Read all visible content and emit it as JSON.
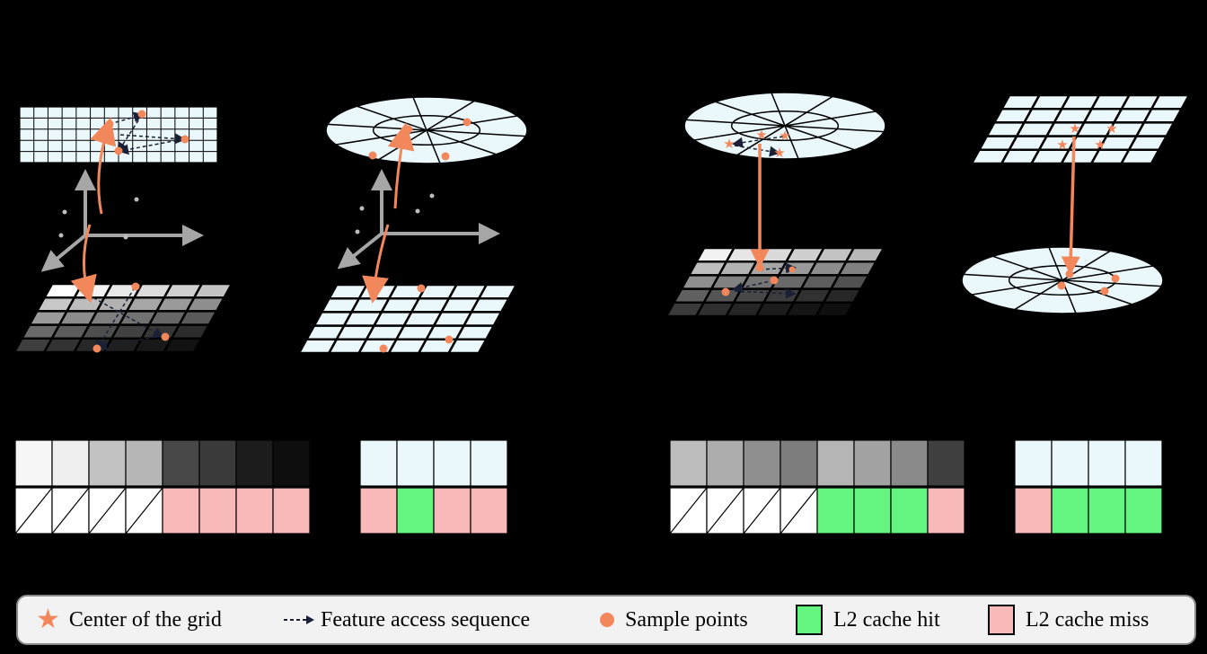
{
  "legend": {
    "center_label": "Center of the grid",
    "sequence_label": "Feature access sequence",
    "sample_label": "Sample points",
    "hit_label": "L2 cache hit",
    "miss_label": "L2 cache miss"
  },
  "colors": {
    "accent": "#f2875c",
    "grid_cell": "#eaf8fc",
    "cache_hit": "#63f57f",
    "cache_miss": "#f8b9b9",
    "axis": "#a6a6a6",
    "background": "#000000"
  },
  "icons": {
    "star": "center-star-icon",
    "dot": "sample-dot-icon",
    "arrow": "dashed-arrow-icon"
  },
  "memory_tables": [
    {
      "top": [
        "#f6f6f6",
        "#efefef",
        "#c2c2c2",
        "#b6b6b6",
        "#474747",
        "#3a3a3a",
        "#1c1c1c",
        "#0e0e0e"
      ],
      "bottom": [
        "none",
        "none",
        "none",
        "none",
        "miss",
        "miss",
        "miss",
        "miss"
      ]
    },
    {
      "top": [
        "#eaf8fc",
        "#eaf8fc",
        "#eaf8fc",
        "#eaf8fc"
      ],
      "bottom": [
        "miss",
        "hit",
        "miss",
        "miss"
      ]
    },
    {
      "top": [
        "#bdbdbd",
        "#adadad",
        "#8f8f8f",
        "#7d7d7d",
        "#b5b5b5",
        "#a3a3a3",
        "#8a8a8a",
        "#404040"
      ],
      "bottom": [
        "none",
        "none",
        "none",
        "none",
        "hit",
        "hit",
        "hit",
        "miss"
      ]
    },
    {
      "top": [
        "#eaf8fc",
        "#eaf8fc",
        "#eaf8fc",
        "#eaf8fc"
      ],
      "bottom": [
        "miss",
        "hit",
        "hit",
        "hit"
      ]
    }
  ]
}
